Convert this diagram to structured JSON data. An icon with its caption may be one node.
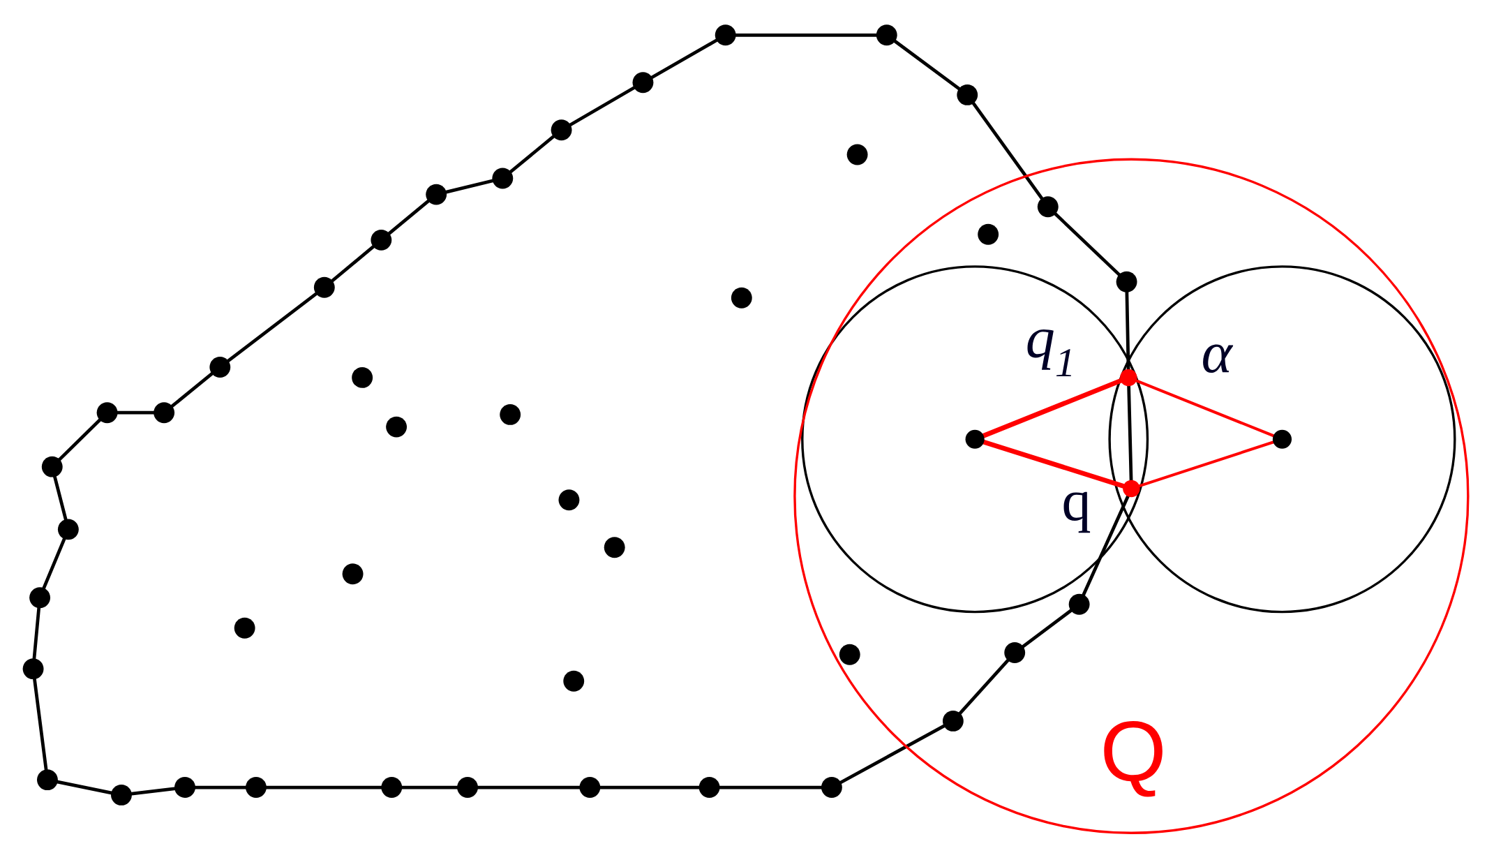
{
  "diagram": {
    "labels": [
      "q$_{1}$",
      "α",
      "q",
      "Q"
    ]
  }
}
